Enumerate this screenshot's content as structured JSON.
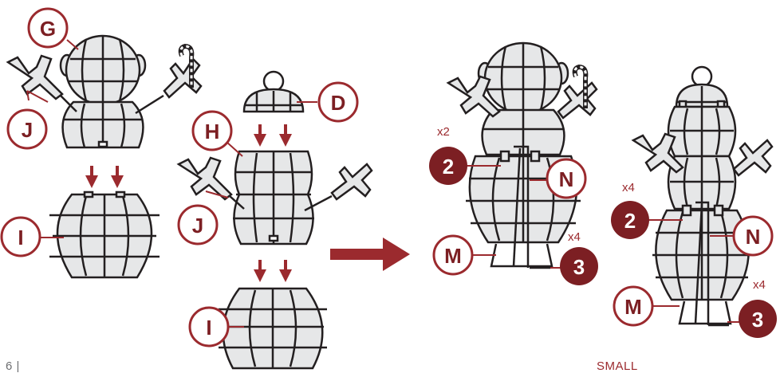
{
  "page": {
    "number": "6 |",
    "size_label": "SMALL"
  },
  "colors": {
    "accent": "#9b2a2e",
    "label_text": "#7c1f23",
    "line": "#231f20",
    "panel": "#e6e7e8"
  },
  "parts": {
    "G": "G",
    "J1": "J",
    "I1": "I",
    "D": "D",
    "H": "H",
    "J2": "J",
    "I2": "I",
    "N1": "N",
    "M1": "M",
    "N2": "N",
    "M2": "M"
  },
  "steps": {
    "two_a": "2",
    "three_a": "3",
    "two_b": "2",
    "three_b": "3"
  },
  "multipliers": {
    "x2_a": "x2",
    "x4_a": "x4",
    "x4_b": "x4",
    "x4_c": "x4"
  }
}
